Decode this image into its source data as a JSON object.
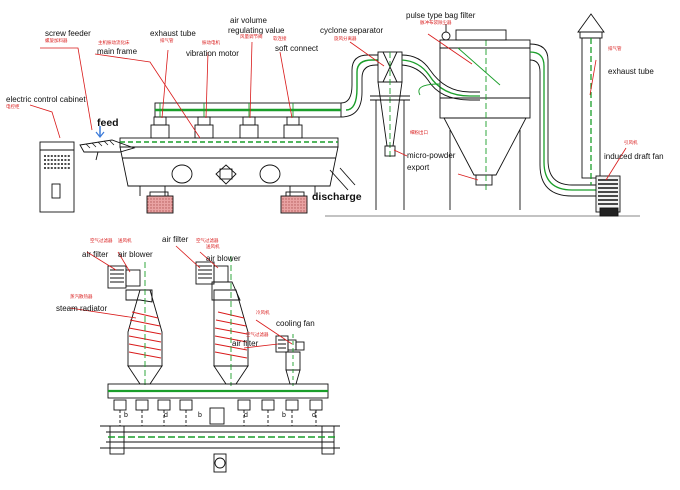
{
  "colors": {
    "line": "#111111",
    "flow": "#1a9e2a",
    "tag": "#d91a1a",
    "base": "#d98a8a",
    "feed_arrow": "#3a7ad9"
  },
  "labels": {
    "screw_feeder": "screw feeder",
    "main_frame": "main frame",
    "exhaust_tube": "exhaust tube",
    "vibration_motor": "vibration motor",
    "air_volume": "air volume",
    "regulating_value": "regulating value",
    "soft_connect": "soft connect",
    "cyclone_separator": "cyclone separator",
    "pulse_bag_filter": "pulse type bag filter",
    "exhaust_tube_right": "exhaust tube",
    "electric_cabinet": "electric control cabinet",
    "feed": "feed",
    "discharge": "discharge",
    "micro_powder": "micro-powder",
    "export": "export",
    "induced_draft_fan": "induced draft fan",
    "air_filter_top": "air filter",
    "air_filter_left": "air filter",
    "air_blower_left": "air blower",
    "air_blower_right": "air blower",
    "steam_radiator": "steam radiator",
    "cooling_fan": "cooling fan",
    "air_filter_small": "air filter",
    "tag_b1": "b",
    "tag_d1": "d",
    "tag_b2": "b",
    "tag_d2": "d",
    "tag_b3": "b",
    "tag_d3": "d"
  },
  "tags_zh": {
    "screw_feeder": "螺旋加料器",
    "main_frame": "主机振动流化床",
    "exhaust_tube": "排气管",
    "vibration_motor": "振动电机",
    "regulating_value": "风量调节阀",
    "soft_connect": "软连接",
    "cyclone_separator": "旋风分离器",
    "pulse_bag_filter": "脉冲布袋除尘器",
    "exhaust_tube_right": "排气管",
    "electric_cabinet": "电控柜",
    "micro_powder": "细粉出口",
    "induced_draft_fan": "引风机",
    "air_filter_top": "空气过滤器",
    "air_filter_left": "空气过滤器",
    "air_blower_left": "送风机",
    "air_blower_right": "送风机",
    "steam_radiator": "蒸汽散热器",
    "cooling_fan": "冷风机",
    "air_filter_small": "空气过滤器"
  }
}
